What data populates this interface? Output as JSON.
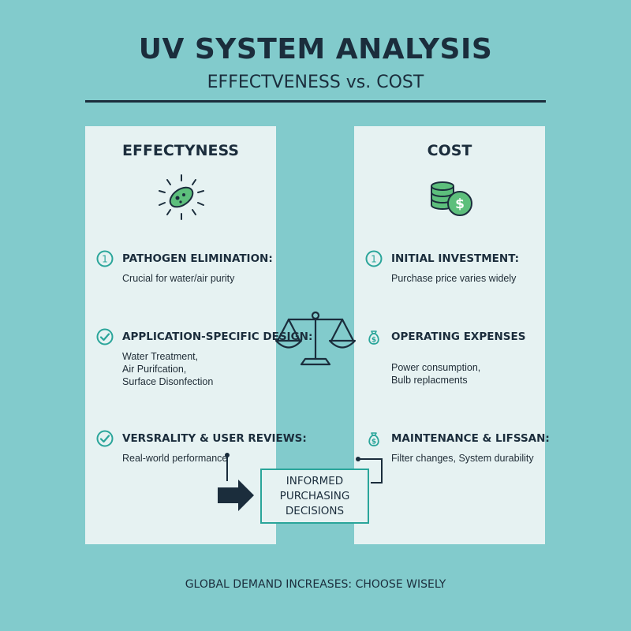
{
  "header": {
    "title": "UV SYSTEM ANALYSIS",
    "subtitle": "EFFECTVENESS vs. COST"
  },
  "left_panel": {
    "title": "EFFECTYNESS",
    "icon": "microbe-icon",
    "items": [
      {
        "badge": "1",
        "badge_icon": "number-badge-icon",
        "heading": "PATHOGEN ELIMINATION:",
        "lines": [
          "Crucial for water/air purity"
        ]
      },
      {
        "badge_icon": "check-circle-icon",
        "heading": "APPLICATION-SPECIFIC DESIGN:",
        "lines": [
          "Water Treatment,",
          "Air Purifcation,",
          "Surface Disonfection"
        ]
      },
      {
        "badge_icon": "check-circle-icon",
        "heading": "VERSRALITY & USER REVIEWS:",
        "lines": [
          "Real-world performance"
        ]
      }
    ]
  },
  "right_panel": {
    "title": "COST",
    "icon": "coins-dollar-icon",
    "items": [
      {
        "badge": "1",
        "badge_icon": "number-badge-icon",
        "heading": "INITIAL INVESTMENT:",
        "lines": [
          "Purchase price varies widely"
        ]
      },
      {
        "badge_icon": "money-bag-icon",
        "heading": "OPERATING EXPENSES",
        "lines": [
          "Power consumption,",
          "Bulb replacments"
        ]
      },
      {
        "badge_icon": "money-bag-icon",
        "heading": "MAINTENANCE & LIFSSAN:",
        "lines": [
          "Filter changes, System durability"
        ]
      }
    ]
  },
  "center": {
    "icon": "balance-scale-icon",
    "decision": [
      "INFORMED",
      "PURCHASING",
      "DECISIONS"
    ],
    "arrow_icon": "arrow-right-icon"
  },
  "footer": {
    "text": "GLOBAL DEMAND INCREASES: CHOOSE WISELY"
  },
  "colors": {
    "background": "#82cbcc",
    "panel": "#e6f2f2",
    "accent": "#2aa59a",
    "ink": "#1b2d3c"
  }
}
